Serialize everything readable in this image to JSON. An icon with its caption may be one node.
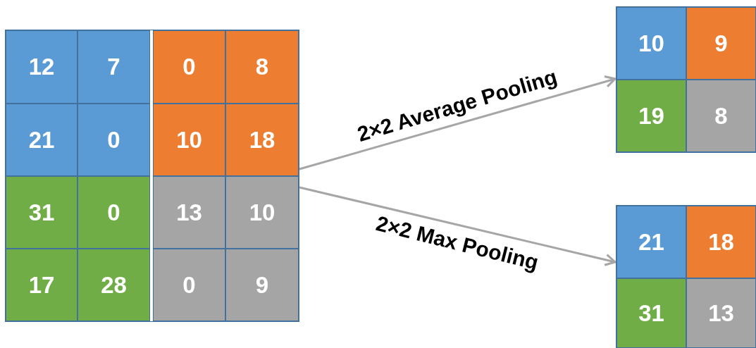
{
  "diagram": {
    "nodes": [
      {
        "text": [],
        "shape": "box"
      },
      {
        "text": [
          "12"
        ],
        "in": 0
      },
      {
        "text": [
          "7"
        ],
        "in": 0
      },
      {
        "text": [
          "0"
        ],
        "in": 0
      },
      {
        "text": [
          "8"
        ],
        "in": 0
      },
      {
        "text": [
          "21"
        ],
        "in": 0
      },
      {
        "text": [
          "0"
        ],
        "in": 0
      },
      {
        "text": [
          "10"
        ],
        "in": 0
      },
      {
        "text": [
          "18"
        ],
        "in": 0
      },
      {
        "text": [
          "31"
        ],
        "in": 0
      },
      {
        "text": [
          "0"
        ],
        "in": 0
      },
      {
        "text": [
          "13"
        ],
        "in": 0
      },
      {
        "text": [
          "10"
        ],
        "in": 0
      },
      {
        "text": [
          "17"
        ],
        "in": 0
      },
      {
        "text": [
          "28"
        ],
        "in": 0
      },
      {
        "text": [
          "0"
        ],
        "in": 0
      },
      {
        "text": [
          "9"
        ],
        "in": 0
      },
      {
        "text": [],
        "shape": "box"
      },
      {
        "text": [
          "10"
        ],
        "in": 17
      },
      {
        "text": [
          "9"
        ],
        "in": 17
      },
      {
        "text": [
          "19"
        ],
        "in": 17
      },
      {
        "text": [
          "8"
        ],
        "in": 17
      },
      {
        "text": [],
        "shape": "box"
      },
      {
        "text": [
          "21"
        ],
        "in": 22
      },
      {
        "text": [
          "18"
        ],
        "in": 22
      },
      {
        "text": [
          "31"
        ],
        "in": 22
      },
      {
        "text": [
          "13"
        ],
        "in": 22
      }
    ],
    "edges": [
      {
        "from": 0,
        "to": 17,
        "arrow": "to",
        "label": "2×2 Average Pooling"
      },
      {
        "from": 0,
        "to": 22,
        "arrow": "to",
        "label": "2×2 Max Pooling"
      }
    ]
  }
}
